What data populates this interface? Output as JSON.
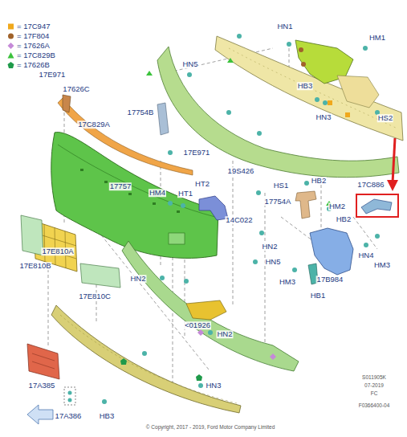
{
  "diagram": {
    "labels": [
      "HN1",
      "HM1",
      "HB3",
      "HN3",
      "HS2",
      "HN5",
      "17E971",
      "17626C",
      "17754B",
      "17C829A",
      "17E971",
      "17757",
      "HM4",
      "HT1",
      "HT2",
      "19S426",
      "HS1",
      "HB2",
      "17C886",
      "14C022",
      "17754A",
      "HM2",
      "HB2",
      "17E810A",
      "17E810B",
      "HN2",
      "HN5",
      "HN4",
      "HM3",
      "HM3",
      "17B984",
      "HB1",
      "17E810C",
      "HN2",
      "<01926",
      "HN2",
      "HN3",
      "17A385",
      "17A386",
      "HB3",
      "S011905K",
      "07-2019",
      "FC",
      "F0366400-04",
      "© Copyright, 2017 - 2019, Ford Motor Company Limited"
    ],
    "legend": [
      {
        "text": "= 17C947",
        "color": "#f0a81c"
      },
      {
        "text": "= 17F804",
        "color": "#a0622a"
      },
      {
        "text": "= 17626A",
        "color": "#c58ad8"
      },
      {
        "text": "= 17C829B",
        "color": "#3cc23c"
      },
      {
        "text": "= 17626B",
        "color": "#1f9a4a"
      }
    ]
  }
}
